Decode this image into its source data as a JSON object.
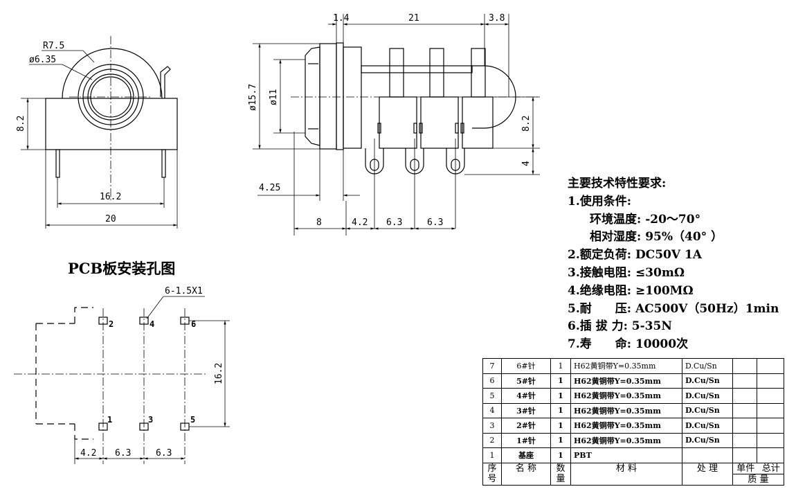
{
  "front_view": {
    "radius_label": "R7.5",
    "diameter_label": "ø6.35",
    "height_label": "8.2",
    "pin_span_label": "16.2",
    "width_label": "20"
  },
  "side_view": {
    "dim_top": [
      "1.4",
      "21",
      "3.8"
    ],
    "outer_dia_label": "ø15.7",
    "inner_dia_label": "ø11",
    "height_label": "8.2",
    "pin_len_label": "4",
    "offset_label": "4.25",
    "dim_bottom": [
      "8",
      "4.2",
      "6.3",
      "6.3"
    ]
  },
  "pcb": {
    "title": "PCB板安装孔图",
    "hole_label": "6-1.5X1",
    "pin_numbers": [
      "2",
      "4",
      "6",
      "1",
      "3",
      "5"
    ],
    "height_label": "16.2",
    "dim_bottom": [
      "4.2",
      "6.3",
      "6.3"
    ]
  },
  "specs": {
    "title": "主要技术特性要求:",
    "l1": "1.使用条件:",
    "l1a": "环境温度: -20～70°",
    "l1b": "相对湿度: 95%（40°  ）",
    "l2": "2.额定负荷: DC50V  1A",
    "l3": "3.接触电阻: ≤30mΩ",
    "l4": "4.绝缘电阻: ≥100MΩ",
    "l5_a": "5.耐",
    "l5_b": "压: AC500V（50Hz）1min",
    "l6": "6.插  拔  力: 5-35N",
    "l7_a": "7.寿",
    "l7_b": "命: 10000次"
  },
  "bom": {
    "rows": [
      {
        "no": "7",
        "name": "6#针",
        "qty": "1",
        "material": "H62黄铜带Y=0.35mm",
        "finish": "D.Cu/Sn"
      },
      {
        "no": "6",
        "name": "5#针",
        "qty": "1",
        "material": "H62黄铜带Y=0.35mm",
        "finish": "D.Cu/Sn"
      },
      {
        "no": "5",
        "name": "4#针",
        "qty": "1",
        "material": "H62黄铜带Y=0.35mm",
        "finish": "D.Cu/Sn"
      },
      {
        "no": "4",
        "name": "3#针",
        "qty": "1",
        "material": "H62黄铜带Y=0.35mm",
        "finish": "D.Cu/Sn"
      },
      {
        "no": "3",
        "name": "2#针",
        "qty": "1",
        "material": "H62黄铜带Y=0.35mm",
        "finish": "D.Cu/Sn"
      },
      {
        "no": "2",
        "name": "1#针",
        "qty": "1",
        "material": "H62黄铜带Y=0.35mm",
        "finish": "D.Cu/Sn"
      },
      {
        "no": "1",
        "name": "基座",
        "qty": "1",
        "material": "PBT",
        "finish": ""
      }
    ],
    "header": {
      "no": "序号",
      "name": "名  称",
      "qty": "数量",
      "material": "材    料",
      "finish": "处    理",
      "unit": "单件",
      "total": "总计",
      "weight": "质    量"
    }
  }
}
